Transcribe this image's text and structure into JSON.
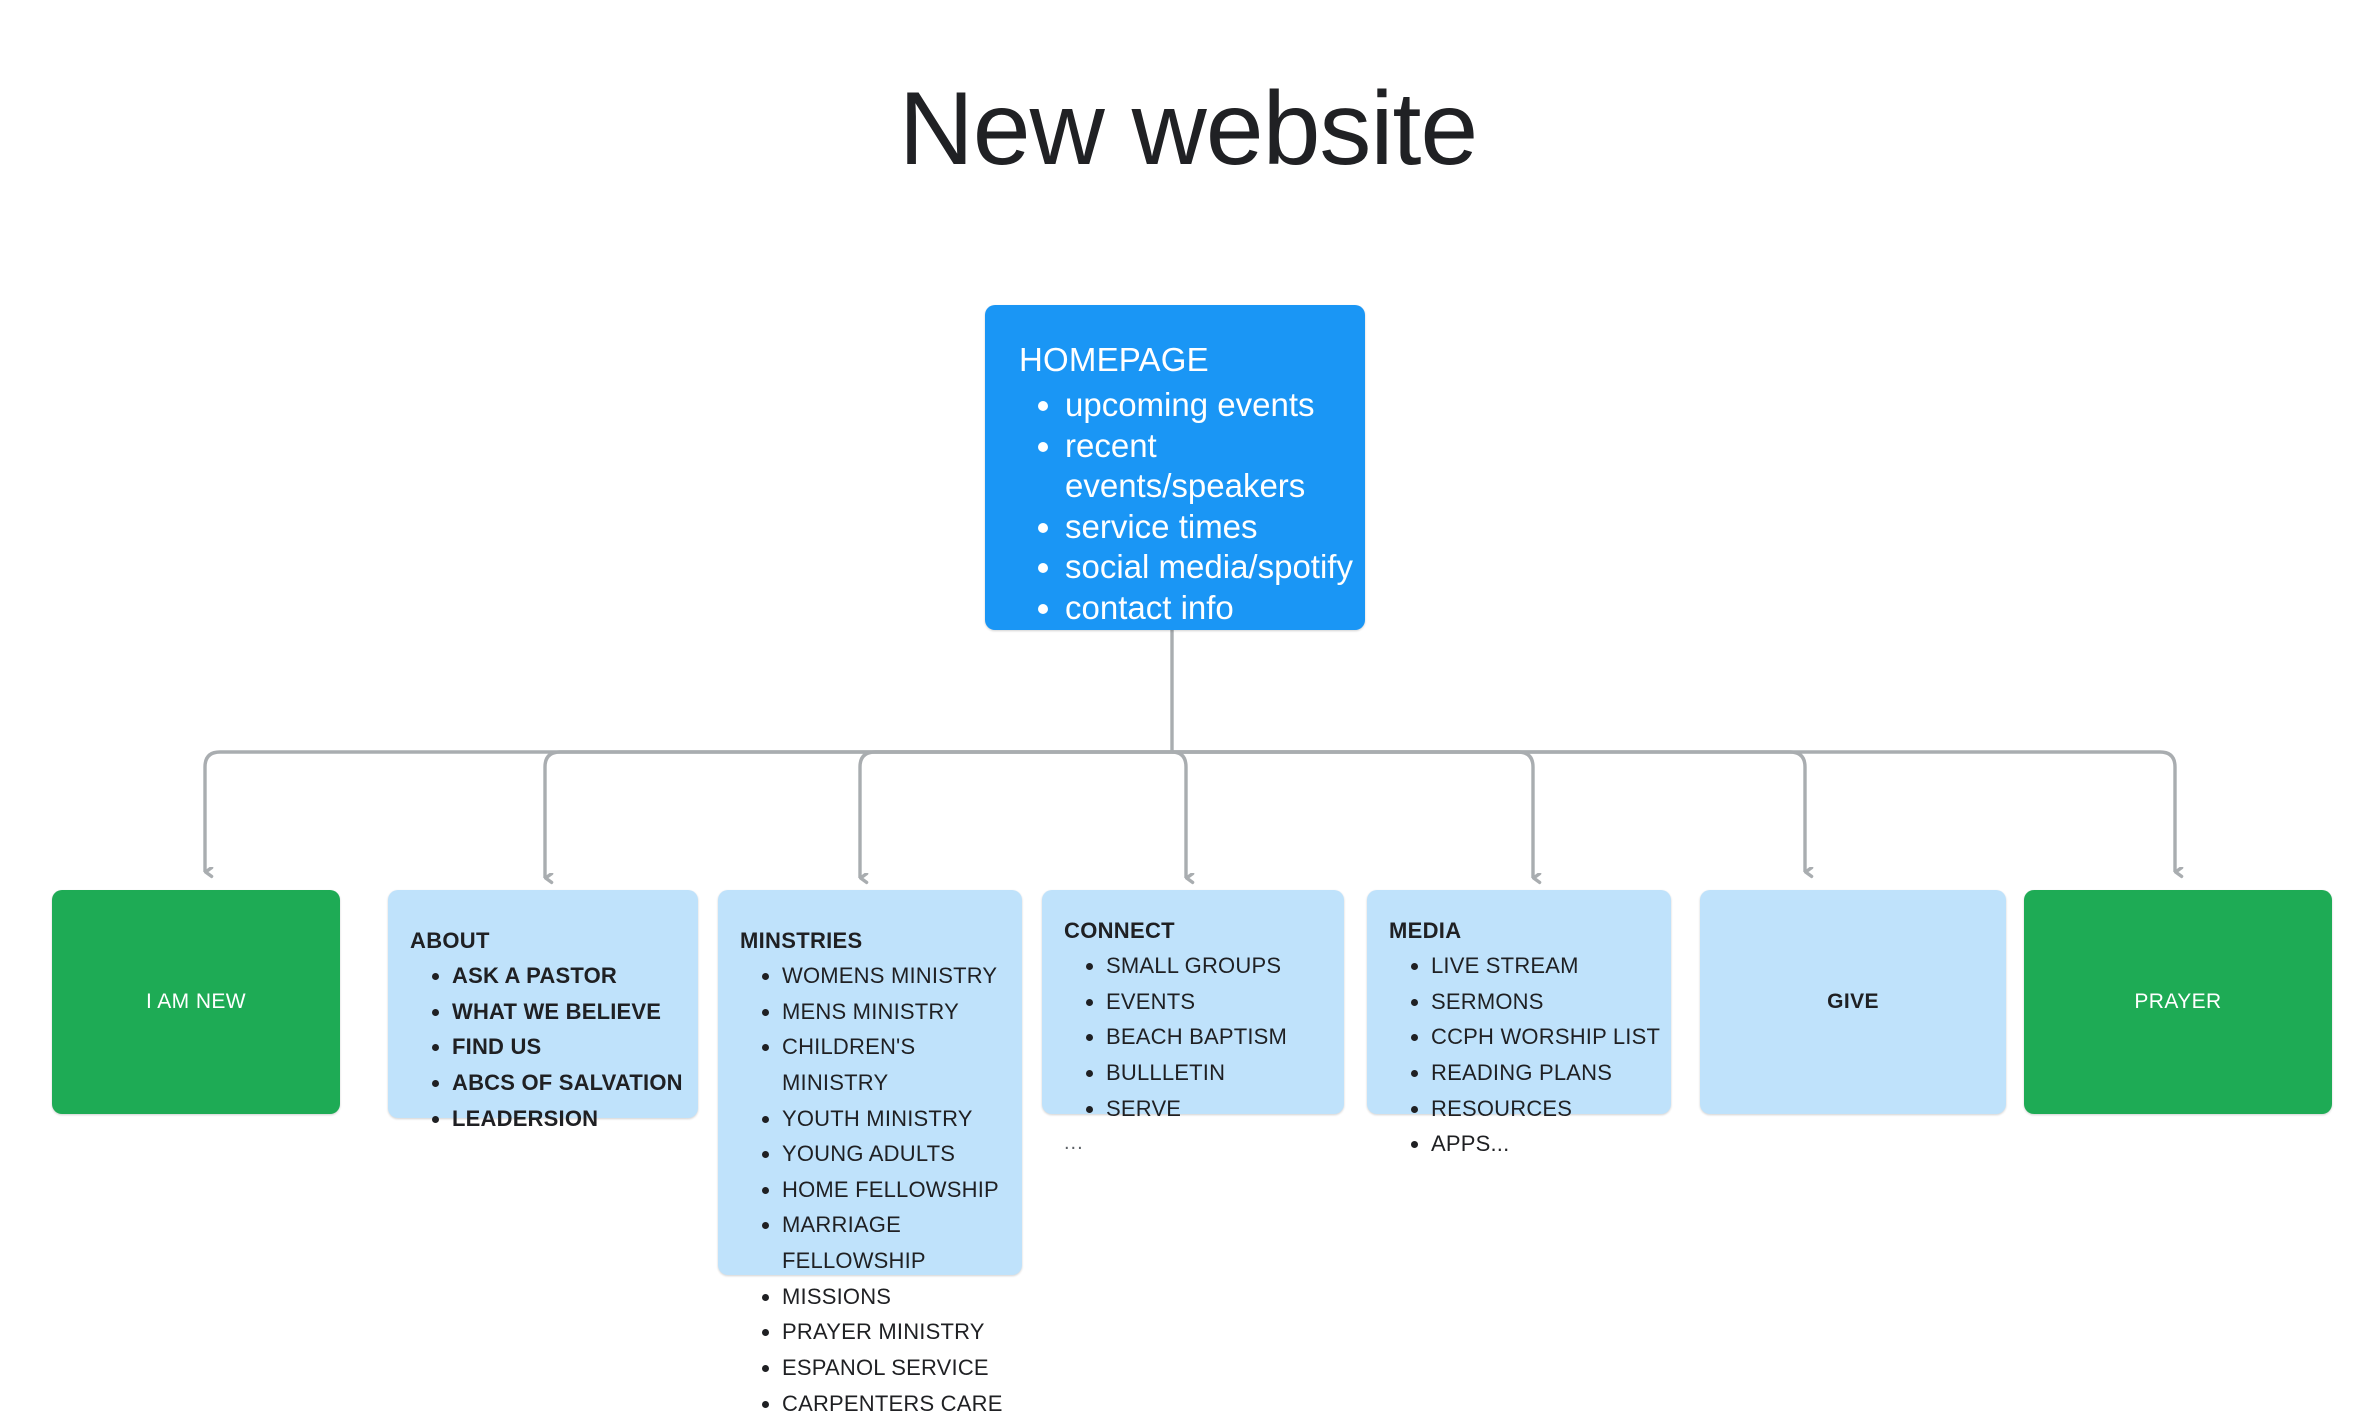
{
  "page": {
    "title": "New website",
    "background_color": "#ffffff"
  },
  "colors": {
    "root_blue": "#1a96f5",
    "light_blue": "#bfe2fb",
    "green": "#1eab55",
    "connector_gray": "#a9adb0",
    "text_dark": "#1f2023",
    "text_light": "#ffffff"
  },
  "sitemap": {
    "root": {
      "heading": "HOMEPAGE",
      "items": [
        "upcoming events",
        "recent events/speakers",
        "service times",
        "social media/spotify",
        "contact info"
      ]
    },
    "children": [
      {
        "key": "i-am-new",
        "label": "I AM NEW",
        "style": "green",
        "layout": "center"
      },
      {
        "key": "about",
        "heading": "ABOUT",
        "style": "blue",
        "layout": "list",
        "bold_items": true,
        "items": [
          "ASK A PASTOR",
          "WHAT WE BELIEVE",
          "FIND US",
          "ABCS OF SALVATION",
          "LEADERSION"
        ]
      },
      {
        "key": "minstries",
        "heading": "MINSTRIES",
        "style": "blue",
        "layout": "list",
        "bold_items": false,
        "items": [
          "WOMENS MINISTRY",
          "MENS MINISTRY",
          "CHILDREN'S MINISTRY",
          "YOUTH MINISTRY",
          "YOUNG ADULTS",
          "HOME FELLOWSHIP",
          "MARRIAGE FELLOWSHIP",
          "MISSIONS",
          "PRAYER MINISTRY",
          "ESPANOL SERVICE",
          "CARPENTERS CARE"
        ]
      },
      {
        "key": "connect",
        "heading": "CONNECT",
        "style": "blue",
        "layout": "list",
        "bold_items": false,
        "items": [
          "SMALL GROUPS",
          "EVENTS",
          "BEACH BAPTISM",
          "BULLLETIN",
          "SERVE"
        ],
        "more": "..."
      },
      {
        "key": "media",
        "heading": "MEDIA",
        "style": "blue",
        "layout": "list",
        "bold_items": false,
        "items": [
          "LIVE STREAM",
          "SERMONS",
          "CCPH WORSHIP LIST",
          "READING PLANS",
          "RESOURCES",
          "APPS..."
        ]
      },
      {
        "key": "give",
        "label": "GIVE",
        "style": "blue",
        "layout": "center"
      },
      {
        "key": "prayer",
        "label": "PRAYER",
        "style": "green",
        "layout": "center"
      }
    ]
  }
}
